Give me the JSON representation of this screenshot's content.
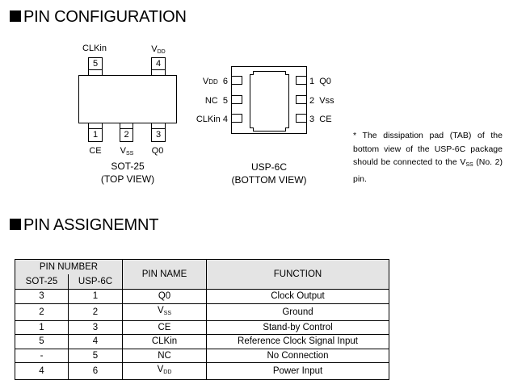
{
  "sections": {
    "pin_configuration_title": "PIN CONFIGURATION",
    "pin_assignment_title": "PIN ASSIGNEMNT"
  },
  "sot25": {
    "pins_top": [
      {
        "num": "5",
        "label": "CLKin"
      },
      {
        "num": "4",
        "label_main": "V",
        "label_sub": "DD"
      }
    ],
    "pins_bottom": [
      {
        "num": "1",
        "label": "CE"
      },
      {
        "num": "2",
        "label_main": "V",
        "label_sub": "SS"
      },
      {
        "num": "3",
        "label": "Q0"
      }
    ],
    "package_name": "SOT-25",
    "view": "(TOP VIEW)"
  },
  "usp6c": {
    "left_pins": [
      {
        "num": "6",
        "label_main": "V",
        "label_sub": "DD"
      },
      {
        "num": "5",
        "label": "NC"
      },
      {
        "num": "4",
        "label": "CLKin"
      }
    ],
    "right_pins": [
      {
        "num": "1",
        "label": "Q0"
      },
      {
        "num": "2",
        "label_main": "V",
        "label_sub": "ss"
      },
      {
        "num": "3",
        "label": "CE"
      }
    ],
    "package_name": "USP-6C",
    "view": "(BOTTOM VIEW)"
  },
  "note": {
    "text_before": "* The dissipation pad (TAB) of the bottom view of the USP-6C package should be connected to the ",
    "vss_main": "V",
    "vss_sub": "SS",
    "text_after": " (No. 2) pin."
  },
  "table": {
    "headers": {
      "pin_number": "PIN NUMBER",
      "sot25": "SOT-25",
      "usp6c": "USP-6C",
      "pin_name": "PIN NAME",
      "function": "FUNCTION"
    },
    "rows": [
      {
        "sot25": "3",
        "usp6c": "1",
        "name": "Q0",
        "name_sub": "",
        "function": "Clock Output"
      },
      {
        "sot25": "2",
        "usp6c": "2",
        "name": "V",
        "name_sub": "SS",
        "function": "Ground"
      },
      {
        "sot25": "1",
        "usp6c": "3",
        "name": "CE",
        "name_sub": "",
        "function": "Stand-by Control"
      },
      {
        "sot25": "5",
        "usp6c": "4",
        "name": "CLKin",
        "name_sub": "",
        "function": "Reference Clock Signal Input"
      },
      {
        "sot25": "-",
        "usp6c": "5",
        "name": "NC",
        "name_sub": "",
        "function": "No Connection"
      },
      {
        "sot25": "4",
        "usp6c": "6",
        "name": "V",
        "name_sub": "DD",
        "function": "Power Input"
      }
    ]
  }
}
